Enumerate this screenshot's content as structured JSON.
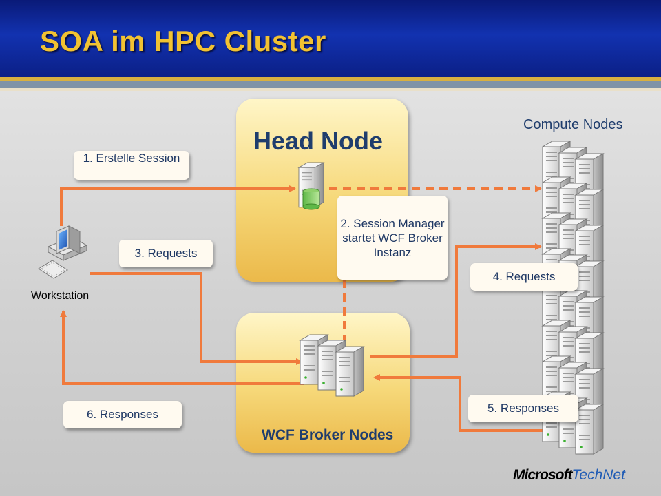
{
  "title": "SOA im HPC Cluster",
  "head_node": {
    "title": "Head Node"
  },
  "broker_nodes": {
    "title": "WCF Broker Nodes"
  },
  "compute_nodes": {
    "title": "Compute Nodes"
  },
  "workstation": {
    "label": "Workstation"
  },
  "steps": {
    "s1": "1. Erstelle Session",
    "s2": "2. Session Manager startet WCF Broker Instanz",
    "s3": "3. Requests",
    "s4": "4. Requests",
    "s5": "5. Responses",
    "s6": "6. Responses"
  },
  "logo": {
    "microsoft": "Microsoft",
    "technet": "TechNet"
  },
  "icons": [
    "workstation-icon",
    "head-node-server-icon",
    "broker-server-icon",
    "compute-server-icon"
  ],
  "colors": {
    "arrow": "#f07a3c",
    "title": "#f2c232",
    "panel_label": "#1f3d6d",
    "callout_text": "#1f3864"
  }
}
